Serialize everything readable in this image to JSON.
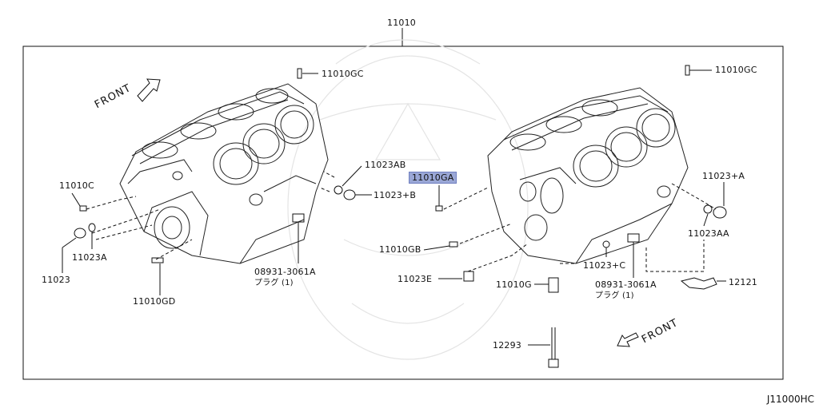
{
  "diagram": {
    "assembly_label": "11010",
    "reference_code": "J11000HC",
    "front_label": "FRONT",
    "highlight_color": "#9aa7d6",
    "callouts": {
      "left_gc": "11010GC",
      "left_c": "11010C",
      "left_23": "11023",
      "left_23a": "11023A",
      "left_gd": "11010GD",
      "left_23ab": "11023AB",
      "left_23b": "11023+B",
      "left_plug_no": "08931-3061A",
      "left_plug_text": "プラグ (1)",
      "right_gc": "11010GC",
      "right_ga": "11010GA",
      "right_gb": "11010GB",
      "right_23e": "11023E",
      "right_g": "11010G",
      "right_12293": "12293",
      "right_23plus_a": "11023+A",
      "right_23aa": "11023AA",
      "right_23c": "11023+C",
      "right_plug_no": "08931-3061A",
      "right_plug_text": "プラグ (1)",
      "right_12121": "12121"
    }
  }
}
